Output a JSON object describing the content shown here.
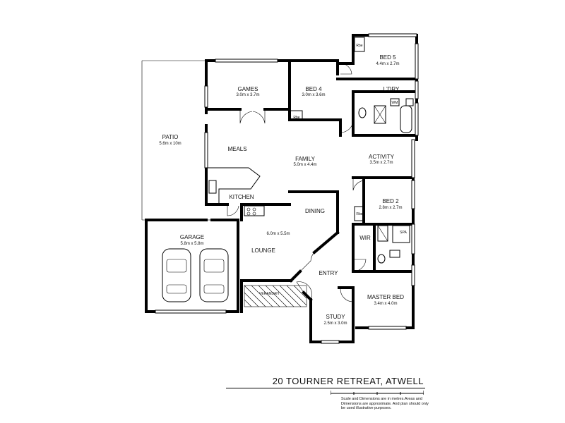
{
  "address": "20 TOURNER RETREAT, ATWELL",
  "disclaimer": "Scale and Dimensions are in metres.Areas and Dimensions are approximate. And plan should only be used illustrative purposes.",
  "rooms": {
    "bed5": {
      "name": "BED 5",
      "dim": "4.4m x 2.7m"
    },
    "games": {
      "name": "GAMES",
      "dim": "3.0m x 3.7m"
    },
    "bed4": {
      "name": "BED 4",
      "dim": "3.0m x 3.6m"
    },
    "ldry": {
      "name": "L'DRY"
    },
    "patio": {
      "name": "PATIO",
      "dim": "5.6m x 10m"
    },
    "meals": {
      "name": "MEALS"
    },
    "family": {
      "name": "FAMILY",
      "dim": "5.0m x 4.4m"
    },
    "activity": {
      "name": "ACTIVITY",
      "dim": "3.5m x 2.7m"
    },
    "kitchen": {
      "name": "KITCHEN"
    },
    "dining": {
      "name": "DINING"
    },
    "bed2": {
      "name": "BED 2",
      "dim": "2.8m x 2.7m"
    },
    "garage": {
      "name": "GARAGE",
      "dim": "5.8m x 5.8m"
    },
    "lounge": {
      "name": "LOUNGE",
      "dim": "6.0m x 5.5m"
    },
    "wir": {
      "name": "WIR"
    },
    "spa": {
      "name": "SPA"
    },
    "entry": {
      "name": "ENTRY"
    },
    "verandah": {
      "name": "VERANDAH"
    },
    "master": {
      "name": "MASTER BED",
      "dim": "3.4m x 4.0m"
    },
    "study": {
      "name": "STUDY",
      "dim": "2.5m x 3.0m"
    }
  },
  "labels": {
    "robe": "Rbe",
    "wm": "WM"
  }
}
